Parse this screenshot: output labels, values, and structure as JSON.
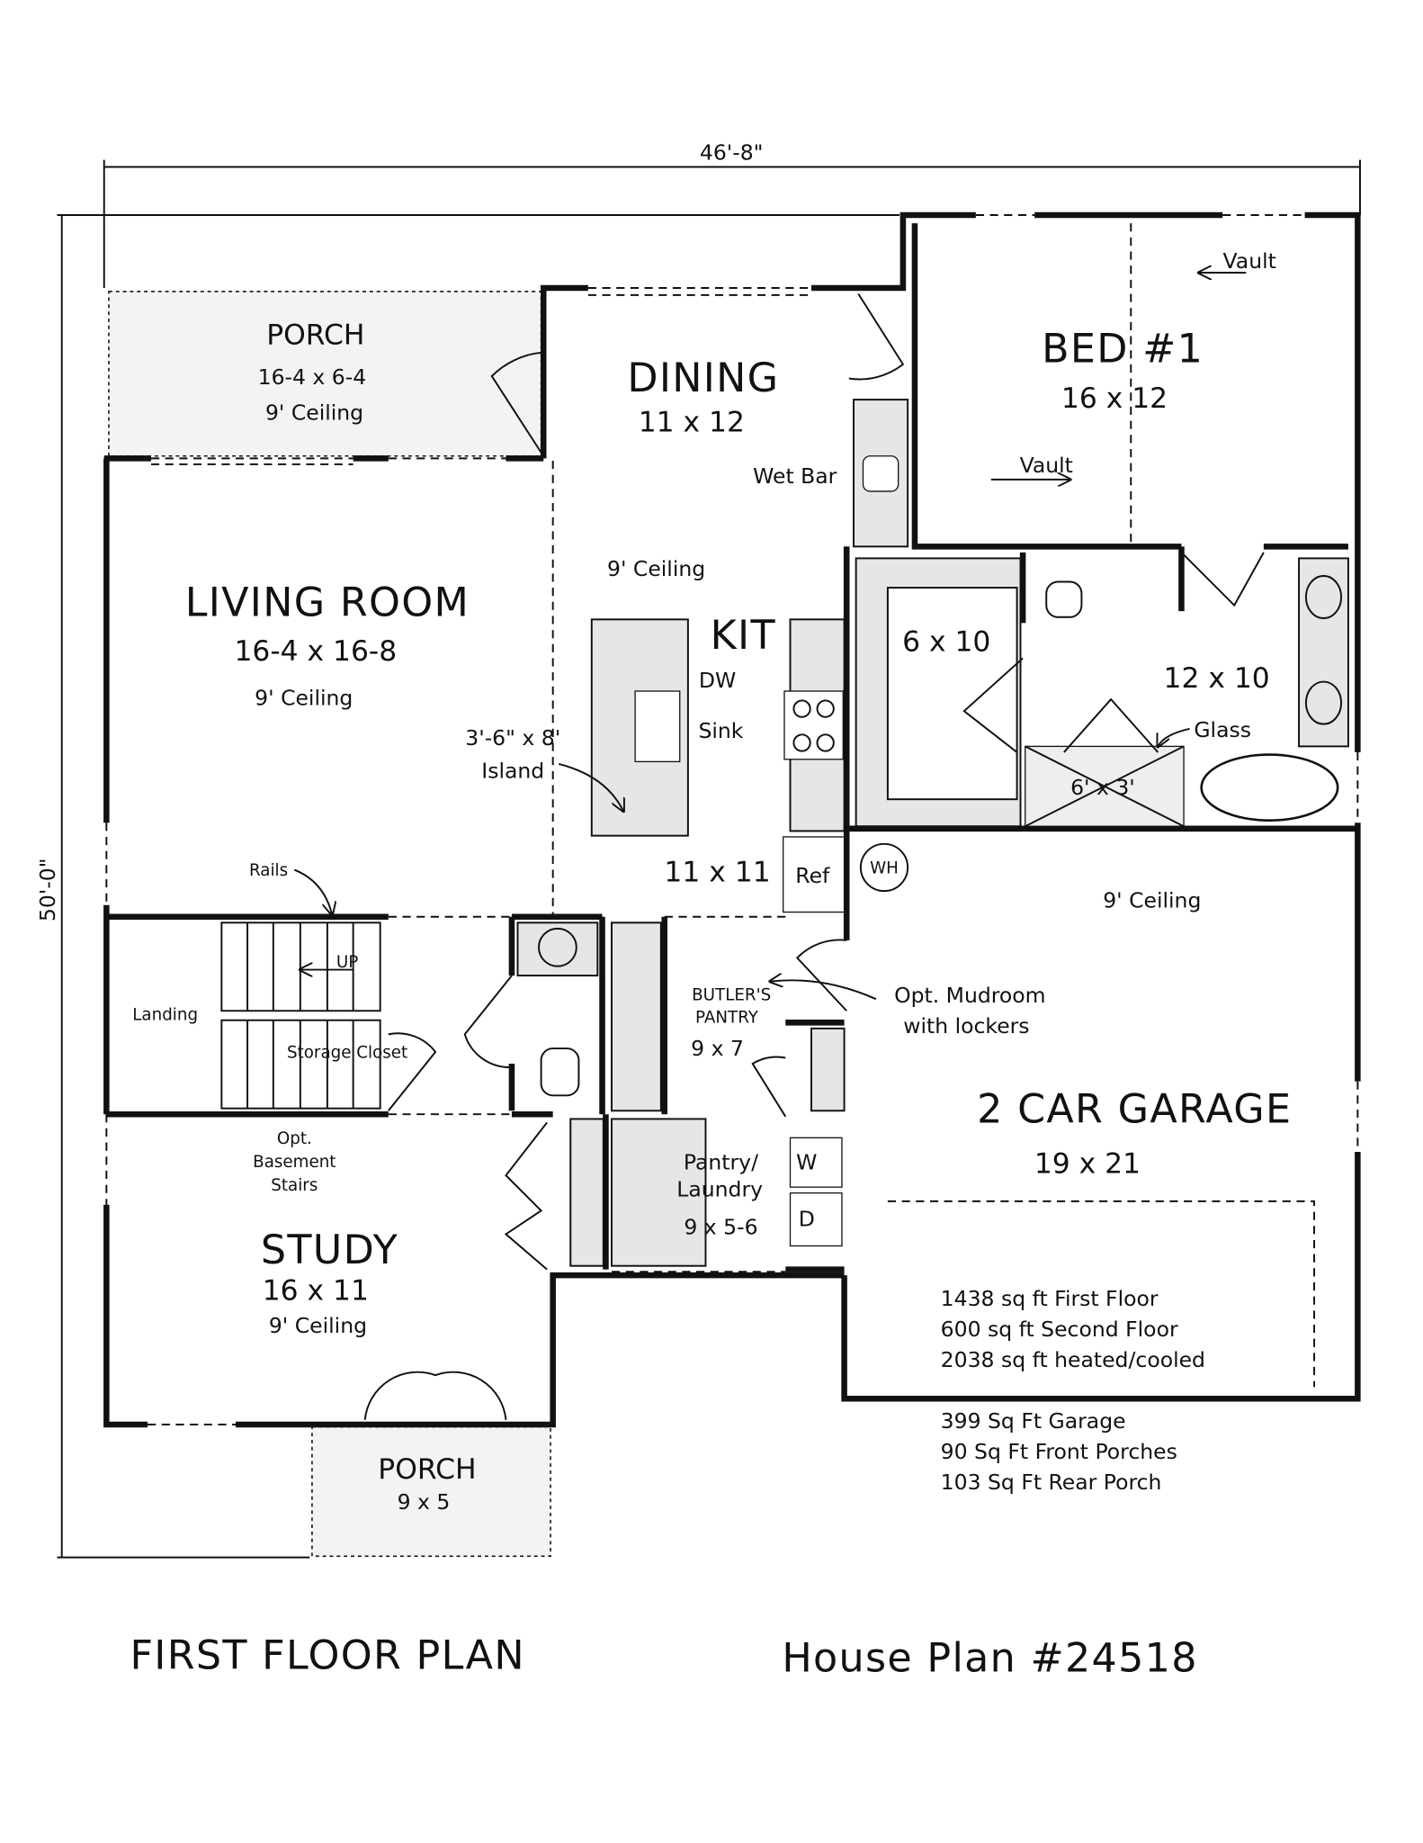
{
  "dimensions": {
    "width": "46'-8\"",
    "depth": "50'-0\""
  },
  "rooms": {
    "rear_porch": {
      "name": "PORCH",
      "size": "16-4 x 6-4",
      "ceiling": "9' Ceiling"
    },
    "dining": {
      "name": "DINING",
      "size": "11 x 12"
    },
    "bed1": {
      "name": "BED #1",
      "size": "16 x 12",
      "vault_top": "Vault",
      "vault_bottom": "Vault"
    },
    "wet_bar": "Wet Bar",
    "kitchen_ceiling": "9' Ceiling",
    "living": {
      "name": "LIVING ROOM",
      "size": "16-4 x 16-8",
      "ceiling": "9' Ceiling"
    },
    "kitchen": {
      "name": "KIT",
      "size": "11 x 11",
      "dw": "DW",
      "sink": "Sink",
      "island": "3'-6\" x 8'",
      "island_label": "Island",
      "ref": "Ref"
    },
    "closet": {
      "size": "6 x 10"
    },
    "master_bath": {
      "size": "12 x 10",
      "glass": "Glass",
      "shower": "6' x 3'"
    },
    "water_heater": "WH",
    "garage": {
      "name": "2 CAR GARAGE",
      "size": "19 x 21",
      "ceiling": "9' Ceiling"
    },
    "stairs": {
      "rails": "Rails",
      "up": "UP",
      "landing": "Landing",
      "storage": "Storage Closet",
      "basement": [
        "Opt.",
        "Basement",
        "Stairs"
      ]
    },
    "butlers_pantry": {
      "name": [
        "BUTLER'S",
        "PANTRY"
      ],
      "size": "9 x 7"
    },
    "mudroom": [
      "Opt. Mudroom",
      "with lockers"
    ],
    "laundry": {
      "name": [
        "Pantry/",
        "Laundry"
      ],
      "size": "9 x 5-6",
      "washer": "W",
      "dryer": "D"
    },
    "study": {
      "name": "STUDY",
      "size": "16 x 11",
      "ceiling": "9' Ceiling"
    },
    "front_porch": {
      "name": "PORCH",
      "size": "9 x 5"
    }
  },
  "area_summary": [
    "1438 sq ft First Floor",
    "600 sq ft Second Floor",
    "2038 sq ft heated/cooled",
    "399 Sq Ft Garage",
    "90 Sq Ft Front Porches",
    "103 Sq Ft Rear Porch"
  ],
  "footer": {
    "plan_title": "FIRST FLOOR PLAN",
    "plan_number": "House Plan #24518"
  }
}
